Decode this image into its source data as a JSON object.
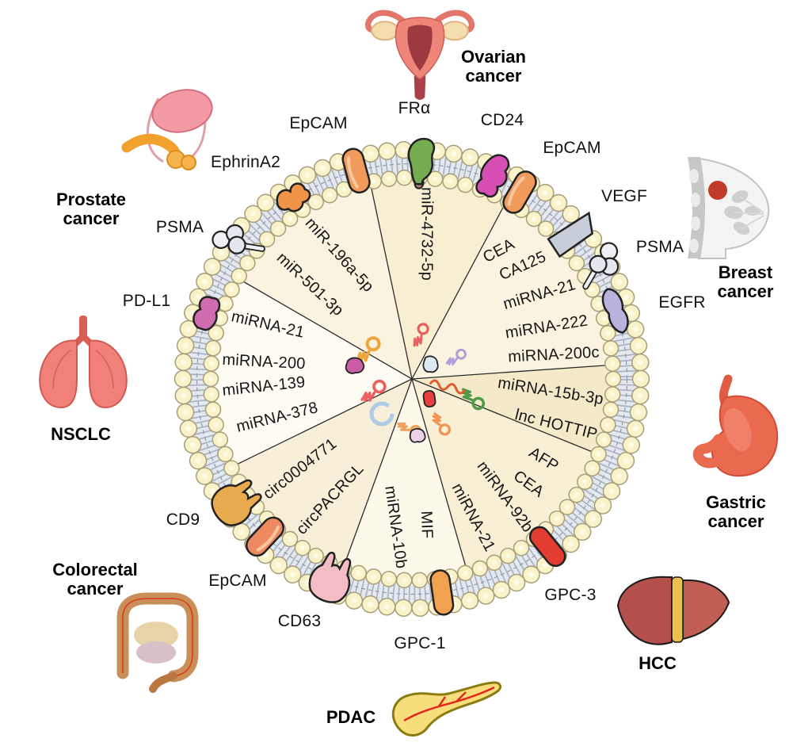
{
  "figure": {
    "type": "exosome-cancer-biomarker-wheel"
  },
  "colors": {
    "membrane_bead": "#faf3c9",
    "membrane_band": "#e4e9ef",
    "wedge_cream": "#faf3e0",
    "wedge_yellow": "#f8eed2",
    "outline": "#222222",
    "tumor_red": "#c13a2a"
  },
  "cancers": [
    {
      "id": "ovarian",
      "lines": [
        "Ovarian",
        "cancer"
      ]
    },
    {
      "id": "prostate",
      "lines": [
        "Prostate",
        "cancer"
      ]
    },
    {
      "id": "breast",
      "lines": [
        "Breast",
        "cancer"
      ]
    },
    {
      "id": "nsclc",
      "lines": [
        "NSCLC"
      ]
    },
    {
      "id": "colorectal",
      "lines": [
        "Colorectal",
        "cancer"
      ]
    },
    {
      "id": "pdac",
      "lines": [
        "PDAC"
      ]
    },
    {
      "id": "hcc",
      "lines": [
        "HCC"
      ]
    },
    {
      "id": "gastric",
      "lines": [
        "Gastric",
        "cancer"
      ]
    }
  ],
  "membrane_markers": [
    {
      "id": "epcam-top-left",
      "label": "EpCAM"
    },
    {
      "id": "fr-alpha",
      "label": "FRα"
    },
    {
      "id": "cd24",
      "label": "CD24"
    },
    {
      "id": "epcam-top-right",
      "label": "EpCAM"
    },
    {
      "id": "vegf",
      "label": "VEGF"
    },
    {
      "id": "psma-right",
      "label": "PSMA"
    },
    {
      "id": "egfr",
      "label": "EGFR"
    },
    {
      "id": "gpc3",
      "label": "GPC-3"
    },
    {
      "id": "gpc1",
      "label": "GPC-1"
    },
    {
      "id": "cd63",
      "label": "CD63"
    },
    {
      "id": "epcam-bottom-left",
      "label": "EpCAM"
    },
    {
      "id": "cd9",
      "label": "CD9"
    },
    {
      "id": "pdl1",
      "label": "PD-L1"
    },
    {
      "id": "psma-left",
      "label": "PSMA"
    },
    {
      "id": "ephrina2",
      "label": "EphrinA2"
    }
  ],
  "wedges": [
    {
      "id": "ovarian",
      "items": [
        "miR-4732-5p"
      ]
    },
    {
      "id": "breast",
      "items": [
        "CEA",
        "CA125",
        "miRNA-21",
        "miRNA-222",
        "miRNA-200c"
      ]
    },
    {
      "id": "gastric",
      "items": [
        "miRNA-15b-3p",
        "lnc HOTTIP"
      ]
    },
    {
      "id": "hcc",
      "items": [
        "AFP",
        "CEA",
        "miRNA-92b",
        "miRNA-21"
      ]
    },
    {
      "id": "pdac",
      "items": [
        "MIF",
        "miRNA-10b"
      ]
    },
    {
      "id": "colorectal",
      "items": [
        "circ0004771",
        "circPACRGL"
      ]
    },
    {
      "id": "nsclc",
      "items": [
        "miRNA-21",
        "miRNA-200",
        "miRNA-139",
        "miRNA-378"
      ]
    },
    {
      "id": "prostate",
      "items": [
        "miR-196a-5p",
        "miR-501-3p"
      ]
    }
  ]
}
